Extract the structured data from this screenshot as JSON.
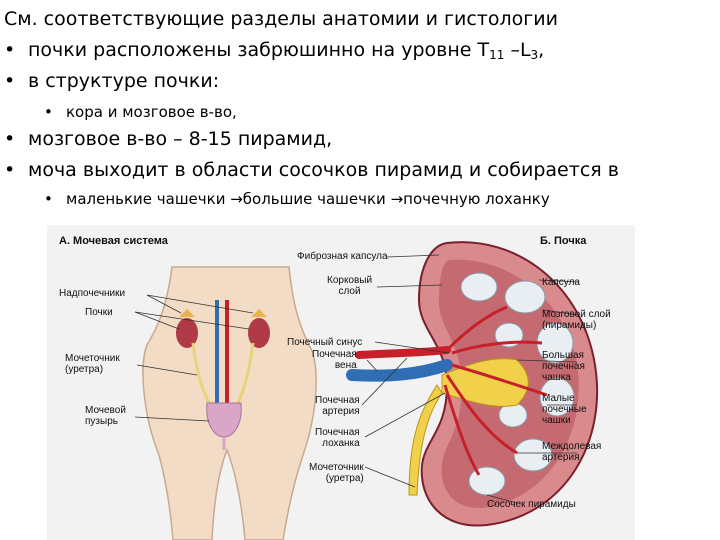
{
  "slide": {
    "intro": "См. соответствующие разделы анатомии и гистологии",
    "bullet1_pre": "почки расположены забрюшинно на уровне Т",
    "bullet1_sub1": "11",
    "bullet1_mid": " –L",
    "bullet1_sub2": "3",
    "bullet1_post": ",",
    "bullet2": "в структуре почки:",
    "bullet2_sub": "кора и мозговое в-во,",
    "bullet3": "мозговое в-во – 8-15 пирамид,",
    "bullet4": "моча выходит в области сосочков пирамид  и собирается в",
    "bullet4_sub": "маленькие чашечки →большие чашечки →почечную лоханку",
    "bullet_glyph": "•"
  },
  "figure": {
    "panel_a": "А.  Мочевая система",
    "panel_b": "Б.  Почка",
    "left_labels": {
      "adrenal": "Надпочечники",
      "kidneys": "Почки",
      "ureter": "Мочеточник\n(уретра)",
      "bladder": "Мочевой\nпузырь"
    },
    "center_labels": {
      "fibrous_capsule": "Фиброзная капсула",
      "cortex": "Корковый\nслой",
      "sinus": "Почечный синус",
      "vein": "Почечная\nвена",
      "artery": "Почечная\nартерия",
      "pelvis": "Почечная\nлоханка",
      "ureter": "Мочеточник\n(уретра)"
    },
    "right_labels": {
      "capsule": "Капсула",
      "medulla": "Мозговой слой\n(пирамиды)",
      "major_calyx": "Большая\nпочечная\nчашка",
      "minor_calyces": "Малые\nпочечные\nчашки",
      "interlobar_artery": "Междолевая\nартерия",
      "papilla": "Сосочек пирамиды"
    },
    "colors": {
      "background": "#f2f2f2",
      "kidney_cortex": "#d98a8c",
      "kidney_dark": "#9b2c3a",
      "vein": "#2f6db5",
      "artery": "#c8202b",
      "pelvis": "#f2d14a",
      "skin": "#f3dcc6",
      "bladder": "#d9a6c8"
    }
  }
}
